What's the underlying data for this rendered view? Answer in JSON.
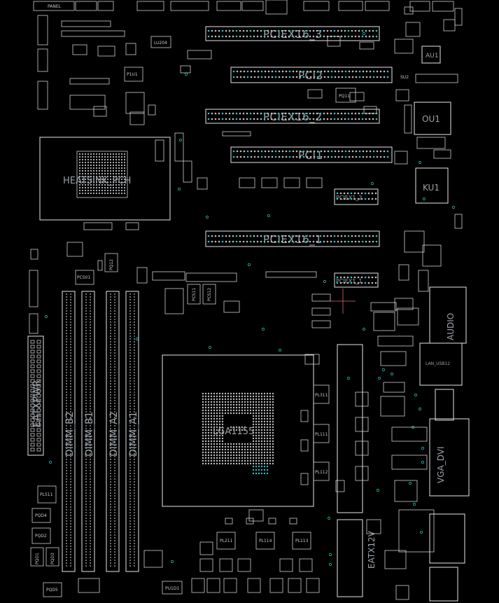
{
  "title": "",
  "labels": {
    "panel": "PANEL",
    "heatsink": "HEATSINK_PCH",
    "pciex16_3": "PCIEX16_3",
    "pci2": "PCI2",
    "pciex16_2": "PCIEX16_2",
    "pci1": "PCI1",
    "pciex1_2": "PCIEX1_2",
    "pciex16_1": "PCIEX16_1",
    "pciex1_1": "PCIEX1_1",
    "eatxpwr": "EATXPWR",
    "eatx12v": "EATX12V",
    "dimm_b2": "DIMM_B2",
    "dimm_b1": "DIMM_B1",
    "dimm_a2": "DIMM_A2",
    "dimm_a1": "DIMM_A1",
    "lga1155": "LGA1155",
    "au1": "AU1",
    "ou1": "OU1",
    "ku1": "KU1",
    "audio": "AUDIO",
    "vga_dvi": "VGA_DVI",
    "lan_usb12": "LAN_USB12",
    "p1u1": "P1U1",
    "pl311": "PL311",
    "pl111": "PL111",
    "pl112": "PL112",
    "pl211": "PL211",
    "pl114": "PL114",
    "pl113": "PL113",
    "pl511": "PL511",
    "pqd1": "PQD1",
    "pqd2": "PQD2",
    "pqd3": "PQD3",
    "pqd4": "PQD4",
    "pqd5": "PQD5",
    "pcs01": "PCS01",
    "pcs11": "PCS11",
    "pcs12": "PCS12",
    "pq11": "PQ11",
    "pq12": "PQ12",
    "lu204": "LU204",
    "pu1d1": "PU1D1",
    "su2": "SU2"
  }
}
